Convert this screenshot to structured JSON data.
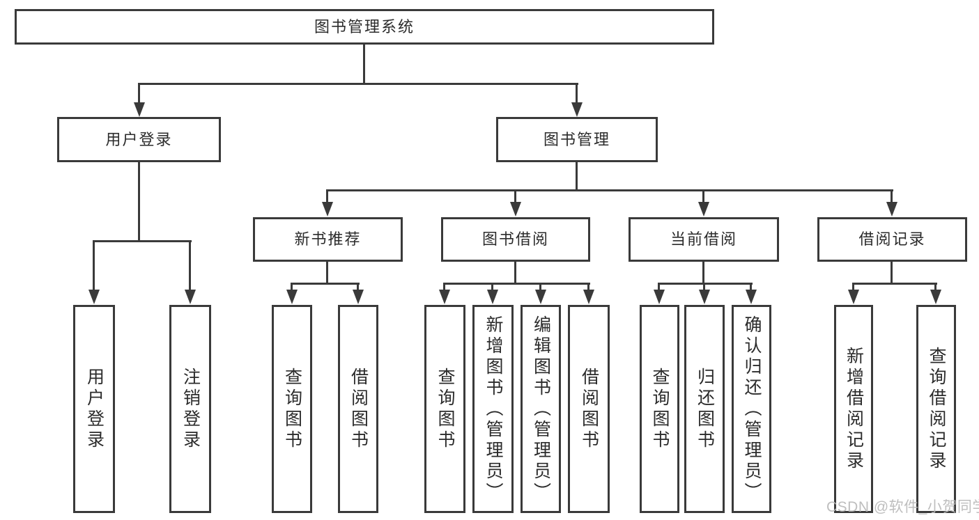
{
  "colors": {
    "line": "#3a3a3a",
    "box_border": "#3a3a3a",
    "text": "#2b2b2b",
    "watermark": "#bdbdbd",
    "background": "#ffffff"
  },
  "watermark": "CSDN @软件_小贺同学",
  "tree": {
    "label": "图书管理系统",
    "children": [
      {
        "label": "用户登录",
        "children": [
          {
            "label": "用户登录"
          },
          {
            "label": "注销登录"
          }
        ]
      },
      {
        "label": "图书管理",
        "children": [
          {
            "label": "新书推荐",
            "children": [
              {
                "label": "查询图书"
              },
              {
                "label": "借阅图书"
              }
            ]
          },
          {
            "label": "图书借阅",
            "children": [
              {
                "label": "查询图书"
              },
              {
                "label": "新增图书（管理员）"
              },
              {
                "label": "编辑图书（管理员）"
              },
              {
                "label": "借阅图书"
              }
            ]
          },
          {
            "label": "当前借阅",
            "children": [
              {
                "label": "查询图书"
              },
              {
                "label": "归还图书"
              },
              {
                "label": "确认归还（管理员）"
              }
            ]
          },
          {
            "label": "借阅记录",
            "children": [
              {
                "label": "新增借阅记录"
              },
              {
                "label": "查询借阅记录"
              }
            ]
          }
        ]
      }
    ]
  }
}
